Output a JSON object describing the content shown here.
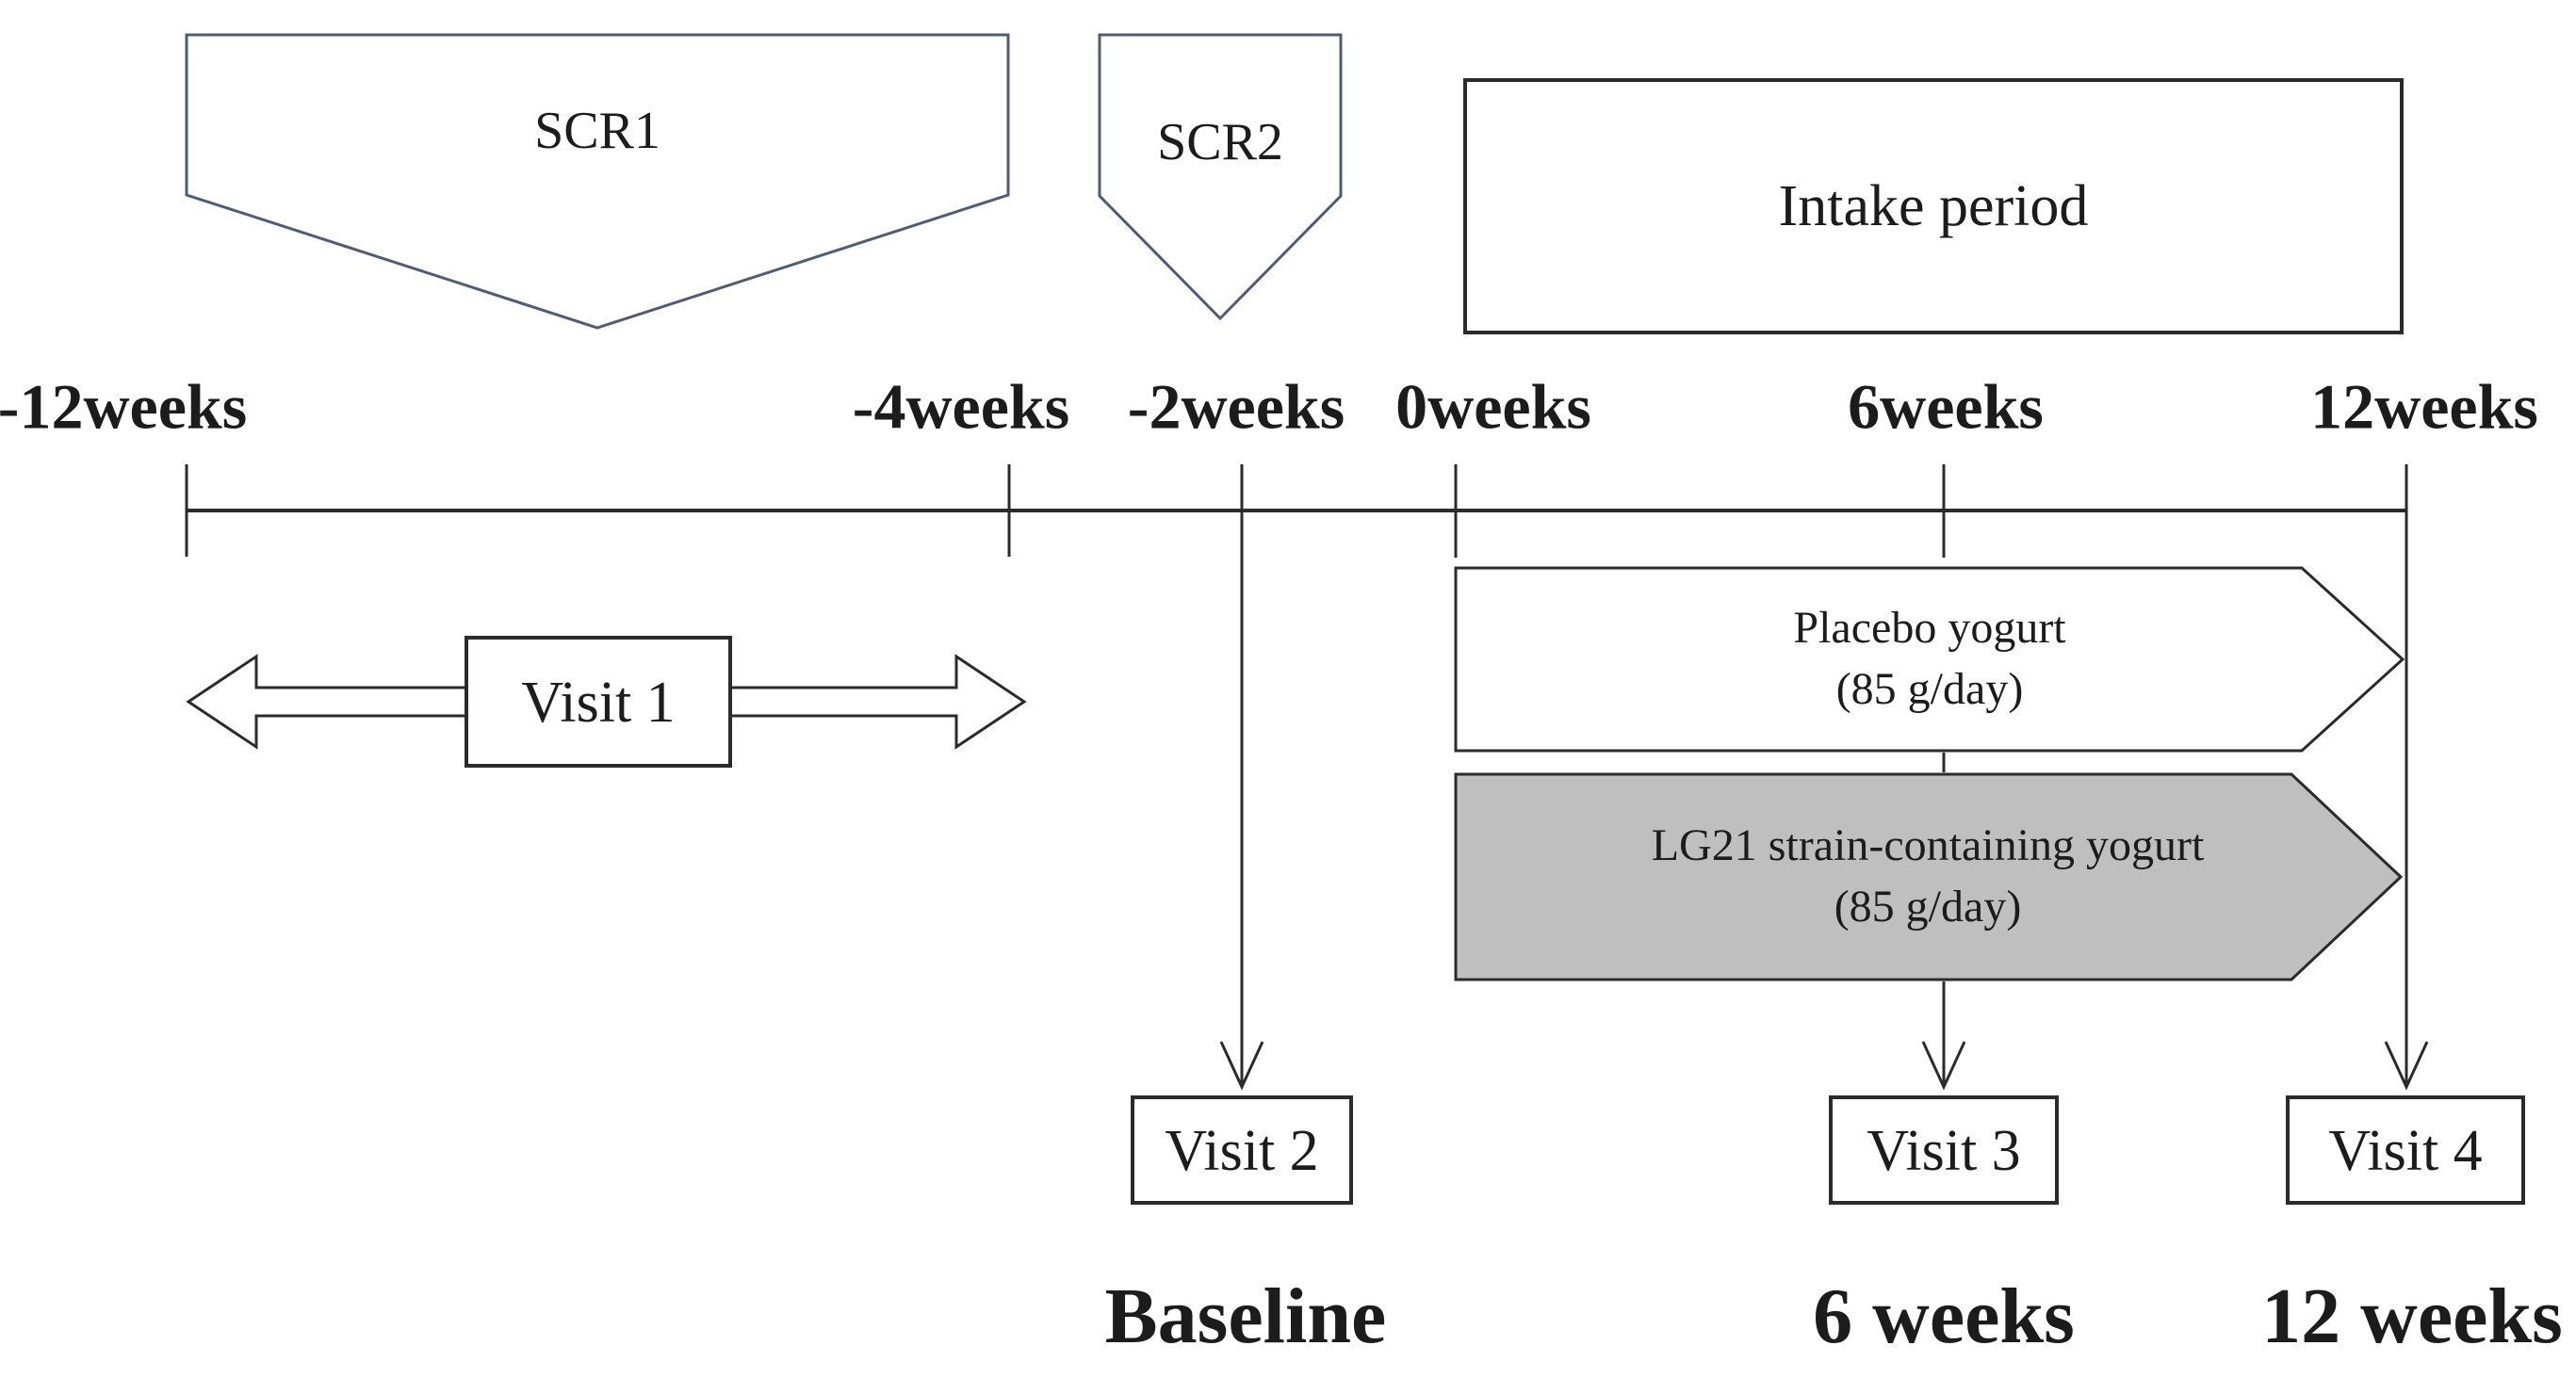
{
  "colors": {
    "shape-outline": "#4d5c7a",
    "line": "#2b2b2b",
    "lg21-fill": "#bfbfbf",
    "text": "#1c1c1c",
    "bg": "#ffffff"
  },
  "screening": {
    "scr1_label": "SCR1",
    "scr2_label": "SCR2"
  },
  "intake": {
    "label": "Intake period"
  },
  "timeline": {
    "week_labels": [
      "-12weeks",
      "-4weeks",
      "-2weeks",
      "0weeks",
      "6weeks",
      "12weeks"
    ]
  },
  "visits": {
    "v1": "Visit 1",
    "v2": "Visit 2",
    "v3": "Visit 3",
    "v4": "Visit 4"
  },
  "arms": {
    "placebo": {
      "name": "Placebo yogurt",
      "dose": "(85 g/day)"
    },
    "lg21": {
      "name": "LG21 strain-containing yogurt",
      "dose": "(85 g/day)"
    }
  },
  "milestones": [
    "Baseline",
    "6 weeks",
    "12 weeks"
  ]
}
